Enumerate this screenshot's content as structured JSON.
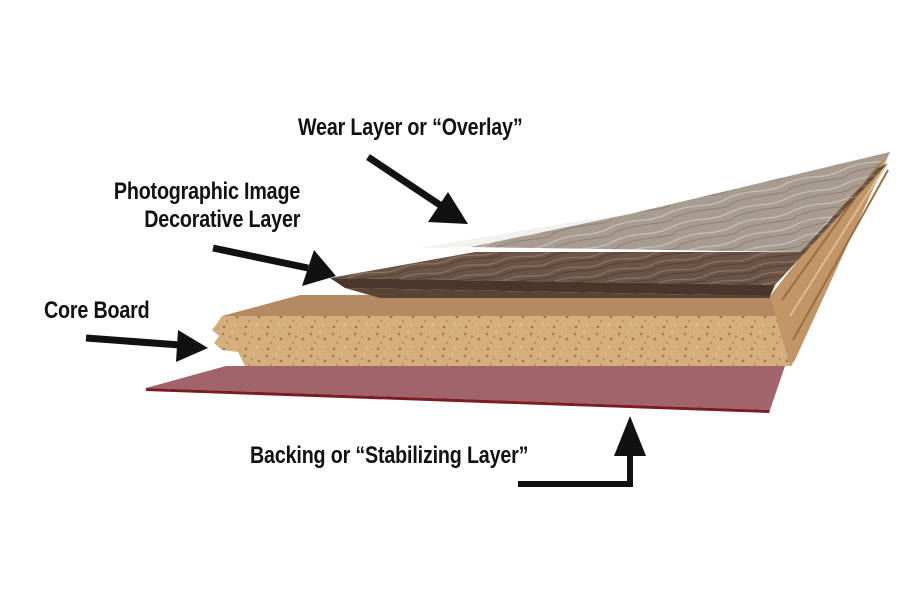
{
  "diagram": {
    "subject": "Laminate flooring plank cross-section",
    "labels": {
      "wear_layer": "Wear Layer or “Overlay”",
      "decorative_line1": "Photographic Image",
      "decorative_line2": "Decorative Layer",
      "core_board": "Core Board",
      "backing": "Backing or “Stabilizing Layer”"
    },
    "colors": {
      "wear_layer": "#a69a8e",
      "decorative_layer": "#6b5547",
      "decorative_edge": "#4a362b",
      "core_top": "#b48a63",
      "core_board": "#d2ad7a",
      "core_speckle": "#a9814f",
      "backing": "#a0646a",
      "backing_edge": "#7a1c22",
      "arrow": "#111111",
      "text": "#111111"
    }
  }
}
